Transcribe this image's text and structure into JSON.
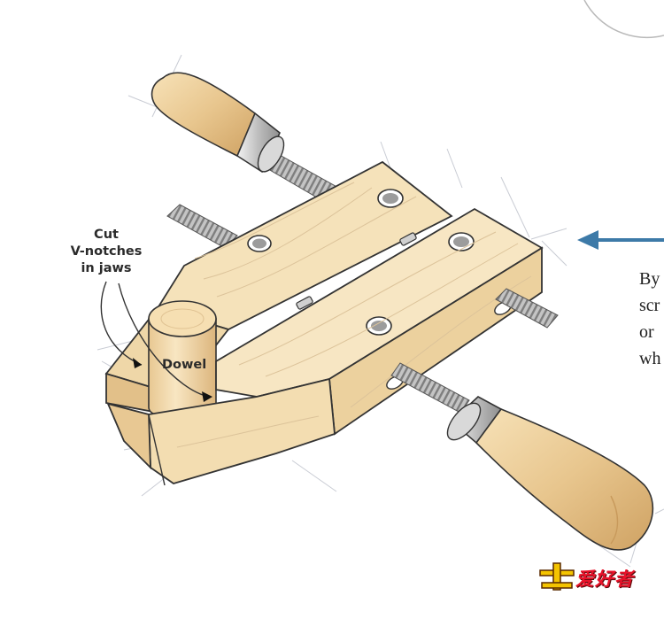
{
  "callout": {
    "line1": "Cut",
    "line2": "V-notches",
    "line3": "in jaws"
  },
  "dowel_label": "Dowel",
  "side_text": {
    "line1": "By",
    "line2": "scr",
    "line3": "or",
    "line4": "wh"
  },
  "logo": {
    "text": "爱好者"
  },
  "colors": {
    "wood_light": "#f3dfb4",
    "wood_mid": "#e9c99a",
    "wood_dark": "#d7ae74",
    "steel": "#c9c9c9",
    "arrow_blue": "#3d7aa8",
    "logo_red": "#e8132a",
    "logo_yellow": "#f4c400"
  }
}
